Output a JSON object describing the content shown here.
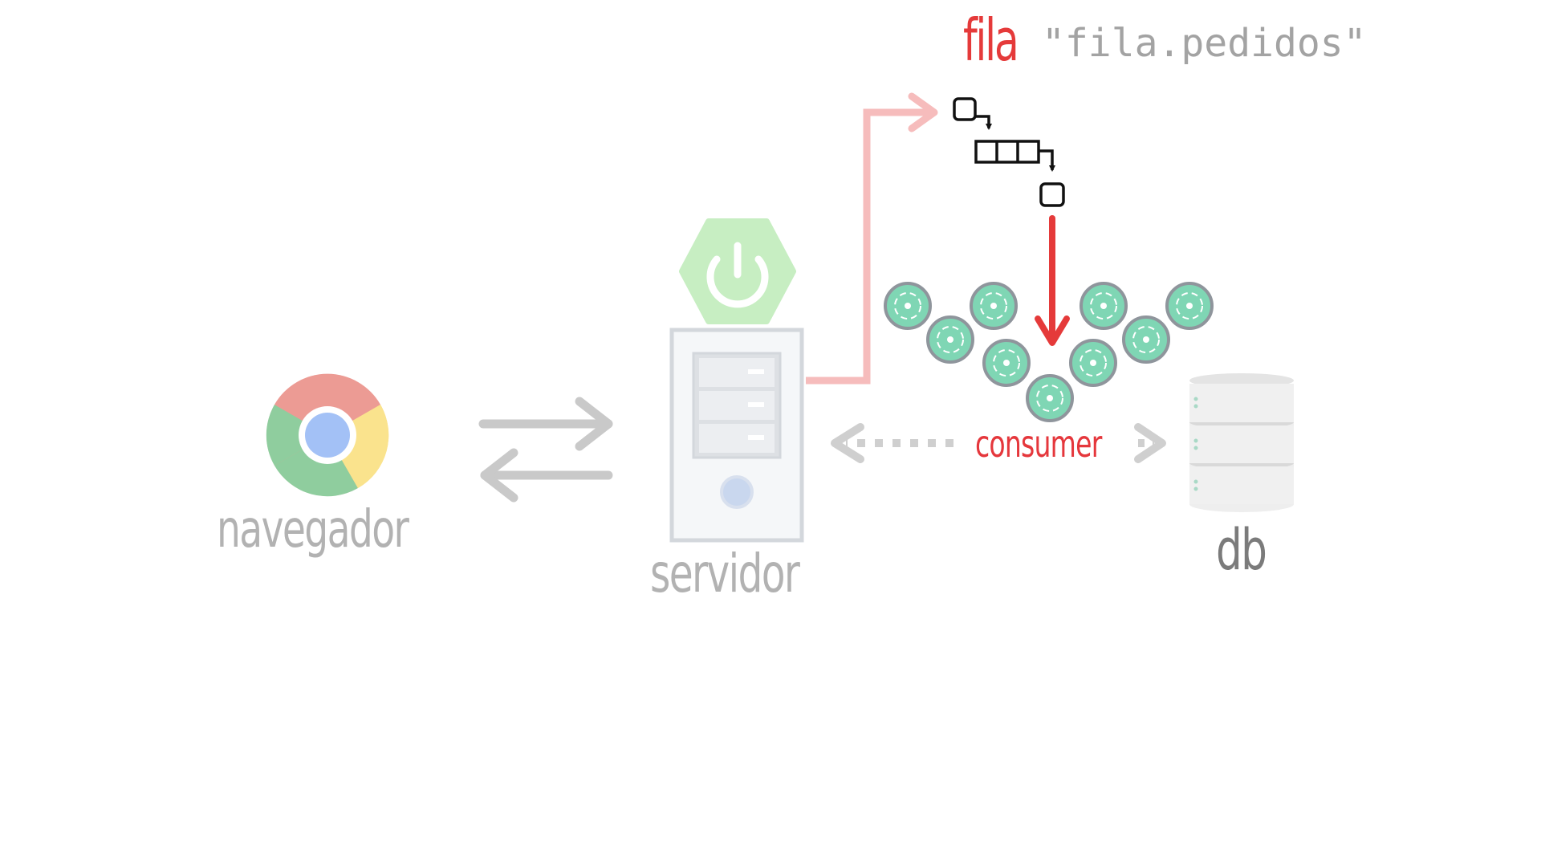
{
  "labels": {
    "browser": "navegador",
    "server": "servidor",
    "database": "db",
    "consumer": "consumer",
    "queue_keyword": "fila",
    "queue_name": "\"fila.pedidos\""
  },
  "icons": {
    "browser": "chrome-logo-icon",
    "framework": "spring-boot-power-icon",
    "server": "server-tower-icon",
    "queue": "queue-flow-icon",
    "consumer_instances": "consumer-gear-icon",
    "database": "database-stack-icon"
  },
  "colors": {
    "muted_gray": "#c9c9c9",
    "label_gray": "#b2b2b2",
    "db_label": "#7b7b7b",
    "accent_red": "#e53a3a",
    "faded_red": "#f6bcbc",
    "spring_green": "#c7eec2",
    "consumer_teal": "#7fd6b4",
    "consumer_ring": "#8f959c"
  }
}
